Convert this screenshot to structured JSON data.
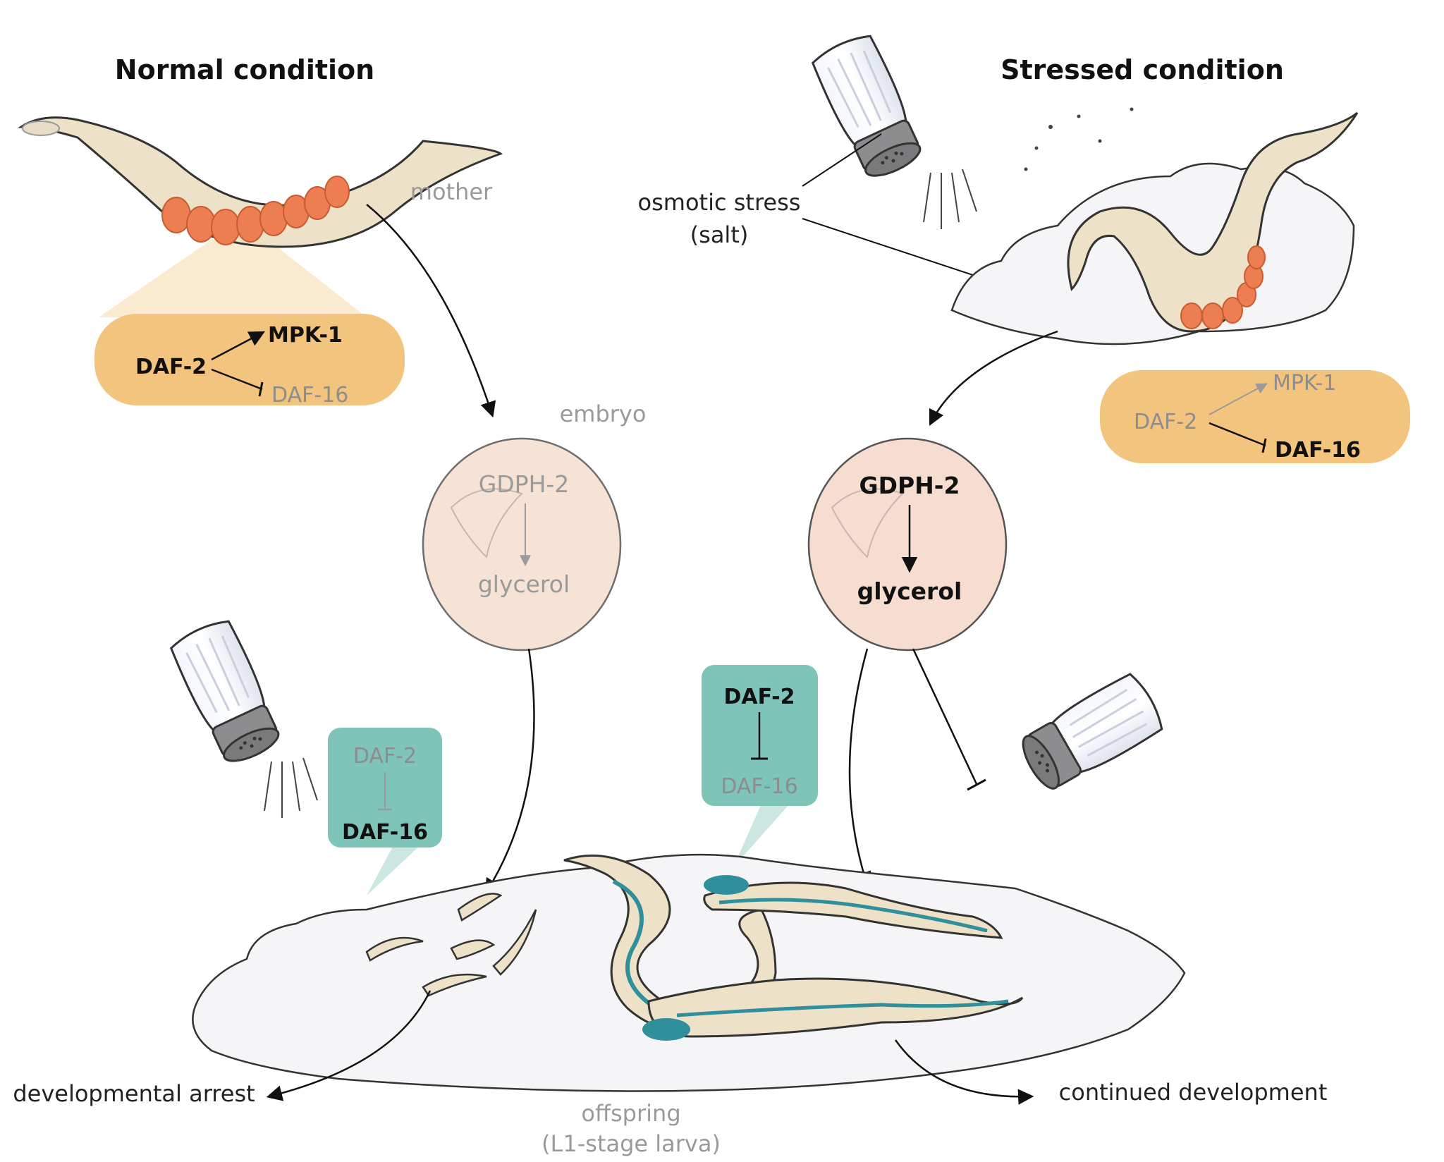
{
  "colors": {
    "orange_box": "#f3c47e",
    "teal_box": "#7fc4b8",
    "egg": "#f6ddd0",
    "worm_body": "#ede1c7",
    "worm_egg": "#ec7e52",
    "larva_teal": "#2f8f9a",
    "salt": "#f5f5f7"
  },
  "normal": {
    "title": "Normal condition",
    "mother_label": "mother",
    "box": {
      "daf2": "DAF-2",
      "mpk1": "MPK-1",
      "daf16": "DAF-16"
    },
    "embryo_label": "embryo",
    "embryo": {
      "gdph2": "GDPH-2",
      "glycerol": "glycerol"
    },
    "larva_box": {
      "daf2": "DAF-2",
      "daf16": "DAF-16"
    },
    "outcome": "developmental arrest"
  },
  "stressed": {
    "title": "Stressed condition",
    "stress_label_1": "osmotic stress",
    "stress_label_2": "(salt)",
    "box": {
      "daf2": "DAF-2",
      "mpk1": "MPK-1",
      "daf16": "DAF-16"
    },
    "embryo": {
      "gdph2": "GDPH-2",
      "glycerol": "glycerol"
    },
    "larva_box": {
      "daf2": "DAF-2",
      "daf16": "DAF-16"
    },
    "outcome": "continued development"
  },
  "offspring_label_1": "offspring",
  "offspring_label_2": "(L1-stage larva)",
  "icons": [
    "salt-shaker-icon",
    "worm-icon",
    "embryo-icon",
    "larva-icon",
    "salt-pile-icon"
  ]
}
